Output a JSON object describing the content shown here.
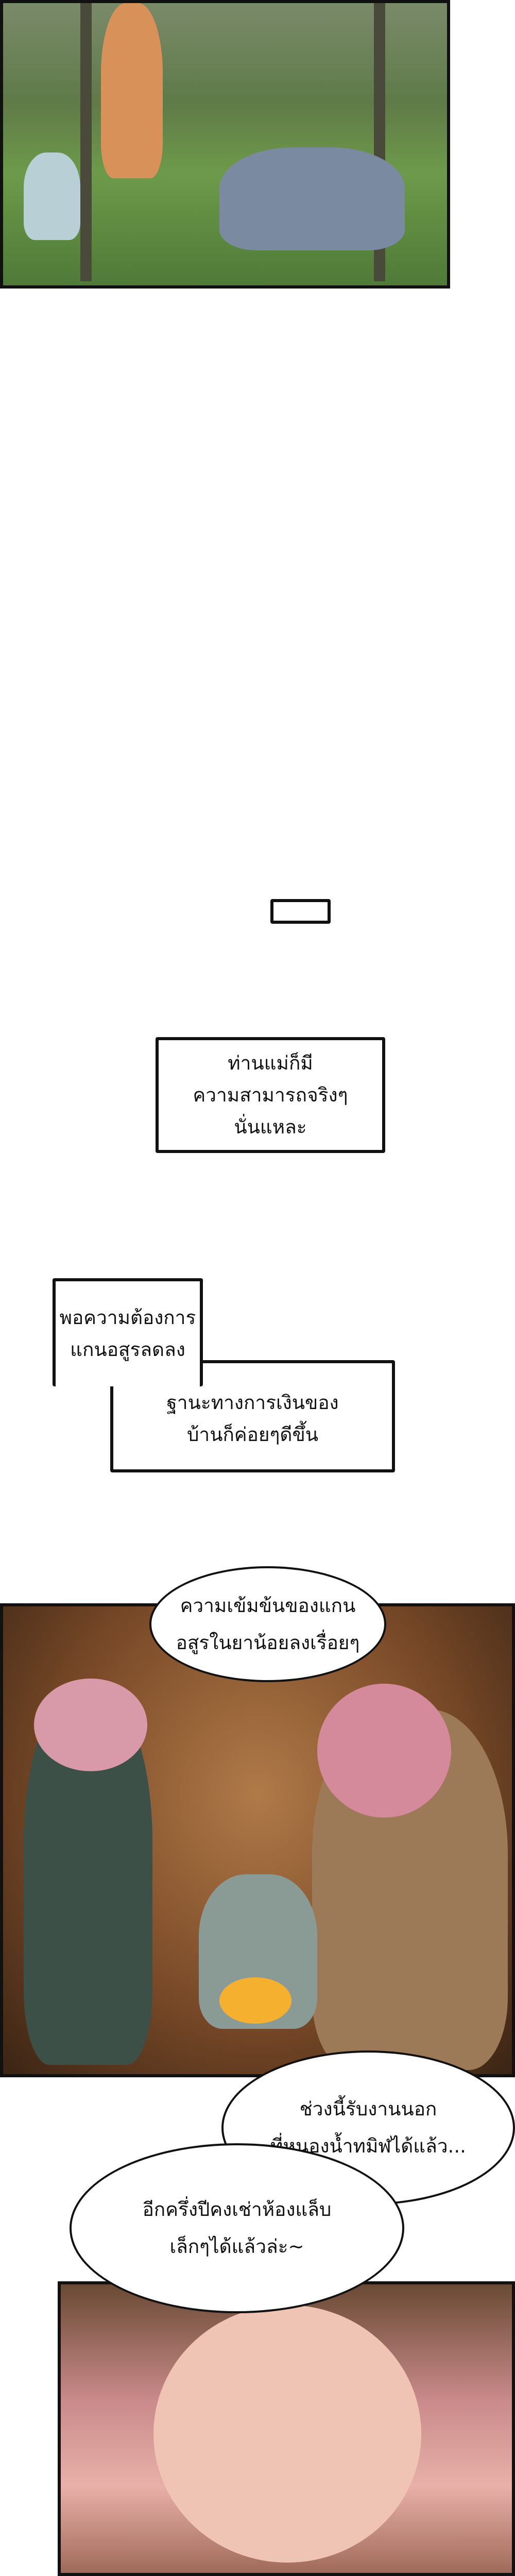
{
  "captions": {
    "empty_box": "",
    "mother_ability": [
      "ท่านแม่ก็มี",
      "ความสามารถจริงๆ",
      "นั่นแหละ"
    ],
    "demand_down": [
      "พอความต้องการ",
      "แกนอสูรลดลง"
    ],
    "finances_up": [
      "ฐานะทางการเงินของ",
      "บ้านก็ค่อยๆดีขึ้น"
    ]
  },
  "speech": {
    "concentration": [
      "ความเข้มข้นของแกน",
      "อสูรในยาน้อยลงเรื่อยๆ"
    ],
    "outside_work": [
      "ช่วงนี้รับงานนอก",
      "ที่หนองน้ำทมิฬได้แล้ว..."
    ],
    "rent_lab": [
      "อีกครึ่งปีคงเช่าห้องแล็บ",
      "เล็กๆได้แล้วล่ะ~"
    ]
  },
  "colors": {
    "border": "#111111",
    "background": "#ffffff"
  }
}
